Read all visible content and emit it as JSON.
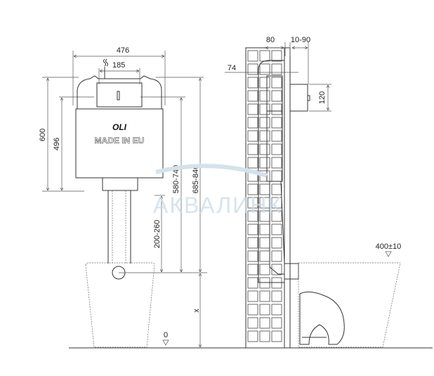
{
  "front_view": {
    "dims": {
      "width_total": "476",
      "width_drain": "185",
      "height_frame": "600",
      "height_tank": "496",
      "height_outlet": "200-260",
      "height_range_low": "580-740",
      "height_range_high": "685-840",
      "height_x": "x",
      "floor_level": "0"
    },
    "brand": "OLI",
    "tank_label": "MADE IN EU"
  },
  "side_view": {
    "dims": {
      "depth_frame": "80",
      "depth_finish": "10-90",
      "depth_inner": "74",
      "plate_height": "120",
      "seat_height": "400±10"
    }
  },
  "watermark": "АКВАЛИНК",
  "colors": {
    "line": "#333333",
    "frame_grey": "#c8c8c8",
    "watermark": "#c9dbe8"
  }
}
